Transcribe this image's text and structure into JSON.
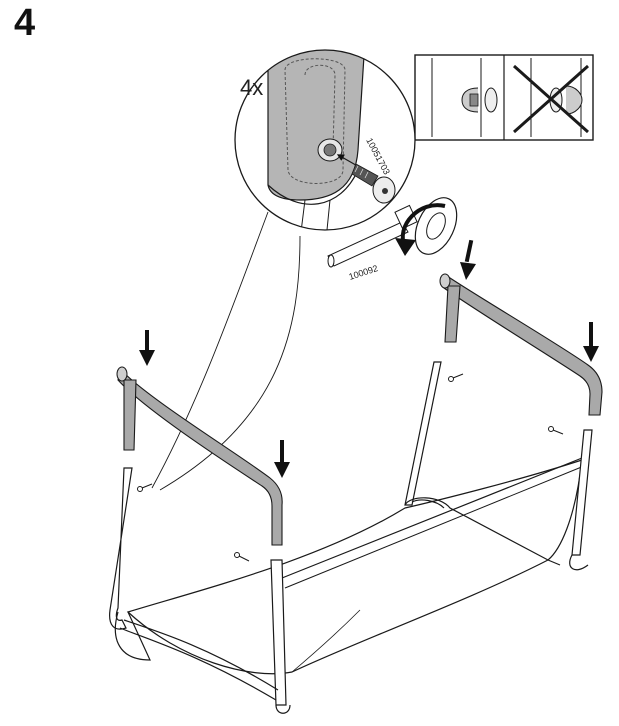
{
  "step": {
    "number": "4"
  },
  "detail": {
    "quantity": "4x",
    "bolt_part": "10051703",
    "pin_part": "100092"
  },
  "colors": {
    "line": "#1a1a1a",
    "tube_gray": "#a9a9a9",
    "detail_gray": "#b5b5b5",
    "fabric": "#ffffff"
  },
  "icons": [
    "down-arrow-icon",
    "rotate-arrow-icon",
    "x-mark-icon"
  ]
}
